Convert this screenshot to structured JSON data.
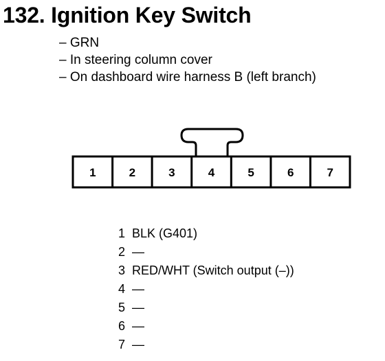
{
  "title": "132. Ignition Key Switch",
  "notes": [
    "– GRN",
    "– In steering column cover",
    "– On dashboard wire harness B (left branch)"
  ],
  "connector": {
    "pins": [
      "1",
      "2",
      "3",
      "4",
      "5",
      "6",
      "7"
    ]
  },
  "pinout": [
    {
      "pin": "1",
      "desc": "BLK (G401)"
    },
    {
      "pin": "2",
      "desc": "—"
    },
    {
      "pin": "3",
      "desc": "RED/WHT (Switch output (–))"
    },
    {
      "pin": "4",
      "desc": "—"
    },
    {
      "pin": "5",
      "desc": "—"
    },
    {
      "pin": "6",
      "desc": "—"
    },
    {
      "pin": "7",
      "desc": "—"
    }
  ]
}
